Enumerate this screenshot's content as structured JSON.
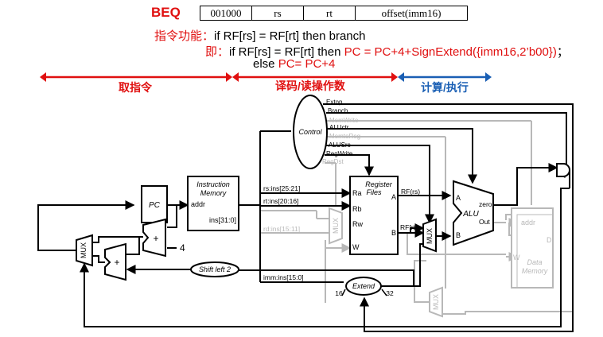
{
  "header": {
    "instr_name": "BEQ",
    "encoding": [
      "001000",
      "rs",
      "rt",
      "offset(imm16)"
    ],
    "func_label": "指令功能：",
    "func_text": "if RF[rs] = RF[rt] then branch",
    "impl_label": "即：",
    "impl_prefix": "if RF[rs] = RF[rt] then ",
    "impl_then": "PC = PC+4+SignExtend({imm16,2’b00})",
    "impl_semicolon": "；",
    "else_prefix": "else ",
    "else_expr": "PC= PC+4"
  },
  "stages": {
    "fetch": "取指令",
    "decode": "译码/读操作数",
    "execute": "计算/执行"
  },
  "diagram": {
    "pc": "PC",
    "imem": {
      "title1": "Instruction",
      "title2": "Memory",
      "addr": "addr",
      "out": "ins[31:0]"
    },
    "control": "Control",
    "control_signals": [
      "Extop",
      "Branch",
      "MemWrite",
      "ALUctr",
      "MemtoReg",
      "ALUSrc",
      "RegWrite",
      "RegDst"
    ],
    "regfile": {
      "title1": "Register",
      "title2": "Files",
      "ra": "Ra",
      "rb": "Rb",
      "rw": "Rw",
      "w": "W",
      "a": "A",
      "b": "B"
    },
    "fields": {
      "rs": "rs:ins[25:21]",
      "rt": "rt:ins[20:16]",
      "rd": "rd:ins[15:11]",
      "imm": "imm:ins[15:0]"
    },
    "rf_rs": "RF(rs)",
    "rf_rt": "RF[rt]",
    "alu": {
      "title": "ALU",
      "a": "A",
      "b": "B",
      "zero": "zero",
      "out": "Out"
    },
    "dmem": {
      "addr": "addr",
      "d": "D",
      "w": "W",
      "title1": "Data",
      "title2": "Memory"
    },
    "mux": "MUX",
    "adder": "+",
    "const_four": "4",
    "shift": "Shift left 2",
    "extend": "Extend",
    "bits_in": "16",
    "bits_out": "32"
  },
  "colors": {
    "red": "#e01010",
    "blue": "#1a5fb4",
    "gray": "#b8b8b8",
    "black": "#000000"
  }
}
